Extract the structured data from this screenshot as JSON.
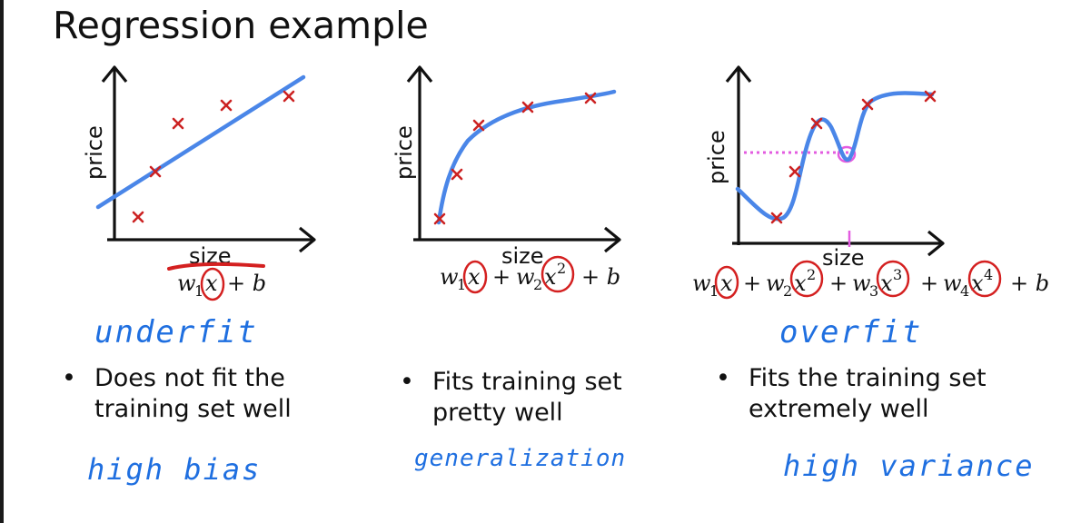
{
  "title": "Regression example",
  "colors": {
    "curve": "#4a86e8",
    "marker": "#cc2222",
    "ink": "#111111",
    "annotation": "#1f6fe0",
    "highlight": "#e35ce0",
    "circle": "#d42020"
  },
  "panels": [
    {
      "ylabel": "price",
      "xlabel": "size",
      "equation": {
        "t1": "w",
        "s1": "1",
        "x1": "x",
        "op1": "+ b"
      },
      "handnote": "underfit",
      "bullet": [
        "Does not fit the",
        "training set well"
      ],
      "bottom_note": "high bias"
    },
    {
      "ylabel": "price",
      "xlabel": "size",
      "equation": {
        "t1": "w",
        "s1": "1",
        "x1": "x",
        "op1": "+",
        "t2": "w",
        "s2": "2",
        "x2": "x",
        "p2": "2",
        "op2": "+ b"
      },
      "handnote": "",
      "bullet": [
        "Fits training set",
        "pretty well"
      ],
      "bottom_note": "generalization"
    },
    {
      "ylabel": "price",
      "xlabel": "size",
      "equation": {
        "t1": "w",
        "s1": "1",
        "x1": "x",
        "op1": "+",
        "t2": "w",
        "s2": "2",
        "x2": "x",
        "p2": "2",
        "op2": "+",
        "t3": "w",
        "s3": "3",
        "x3": "x",
        "p3": "3",
        "op3": "+",
        "t4": "w",
        "s4": "4",
        "x4": "x",
        "p4": "4",
        "op4": "+ b"
      },
      "handnote": "overfit",
      "bullet": [
        "Fits the training set",
        "extremely well"
      ],
      "bottom_note": "high variance"
    }
  ]
}
